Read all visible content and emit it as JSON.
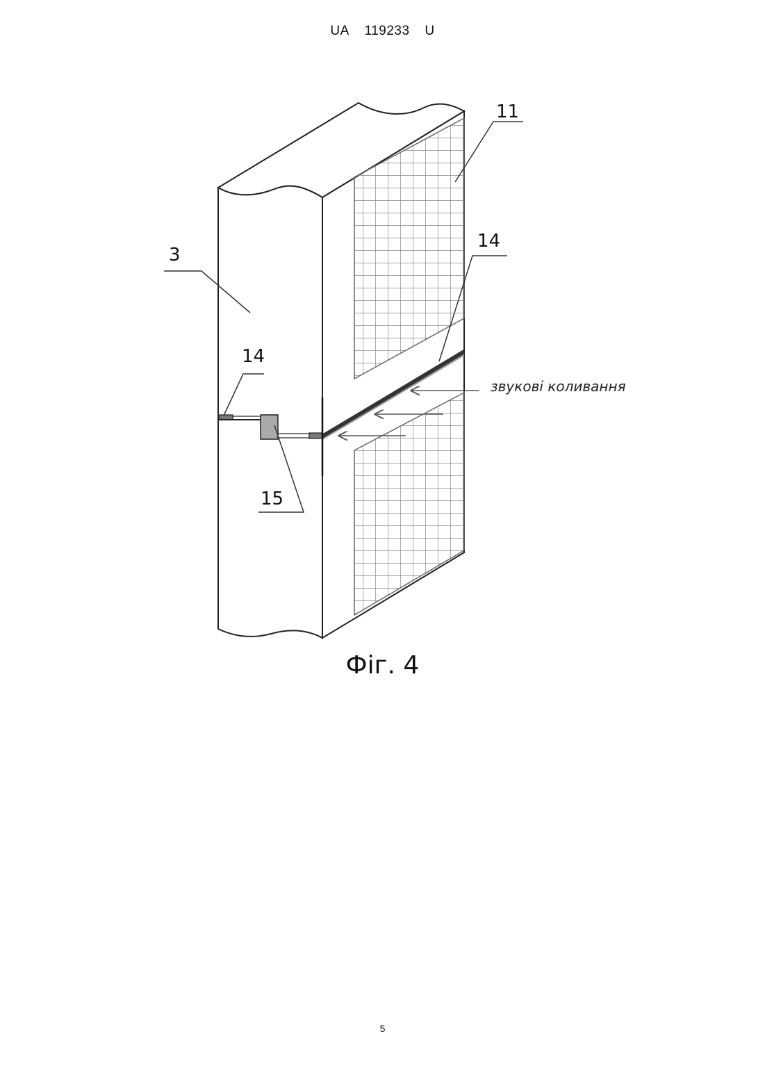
{
  "header": {
    "country": "UA",
    "number": "119233",
    "kind": "U"
  },
  "figure": {
    "labels": {
      "wall": "3",
      "grid": "11",
      "strip_right": "14",
      "strip_left": "14",
      "insert": "15"
    },
    "annotation": "звукові коливання",
    "caption": "Фіг. 4"
  },
  "page_number": "5"
}
